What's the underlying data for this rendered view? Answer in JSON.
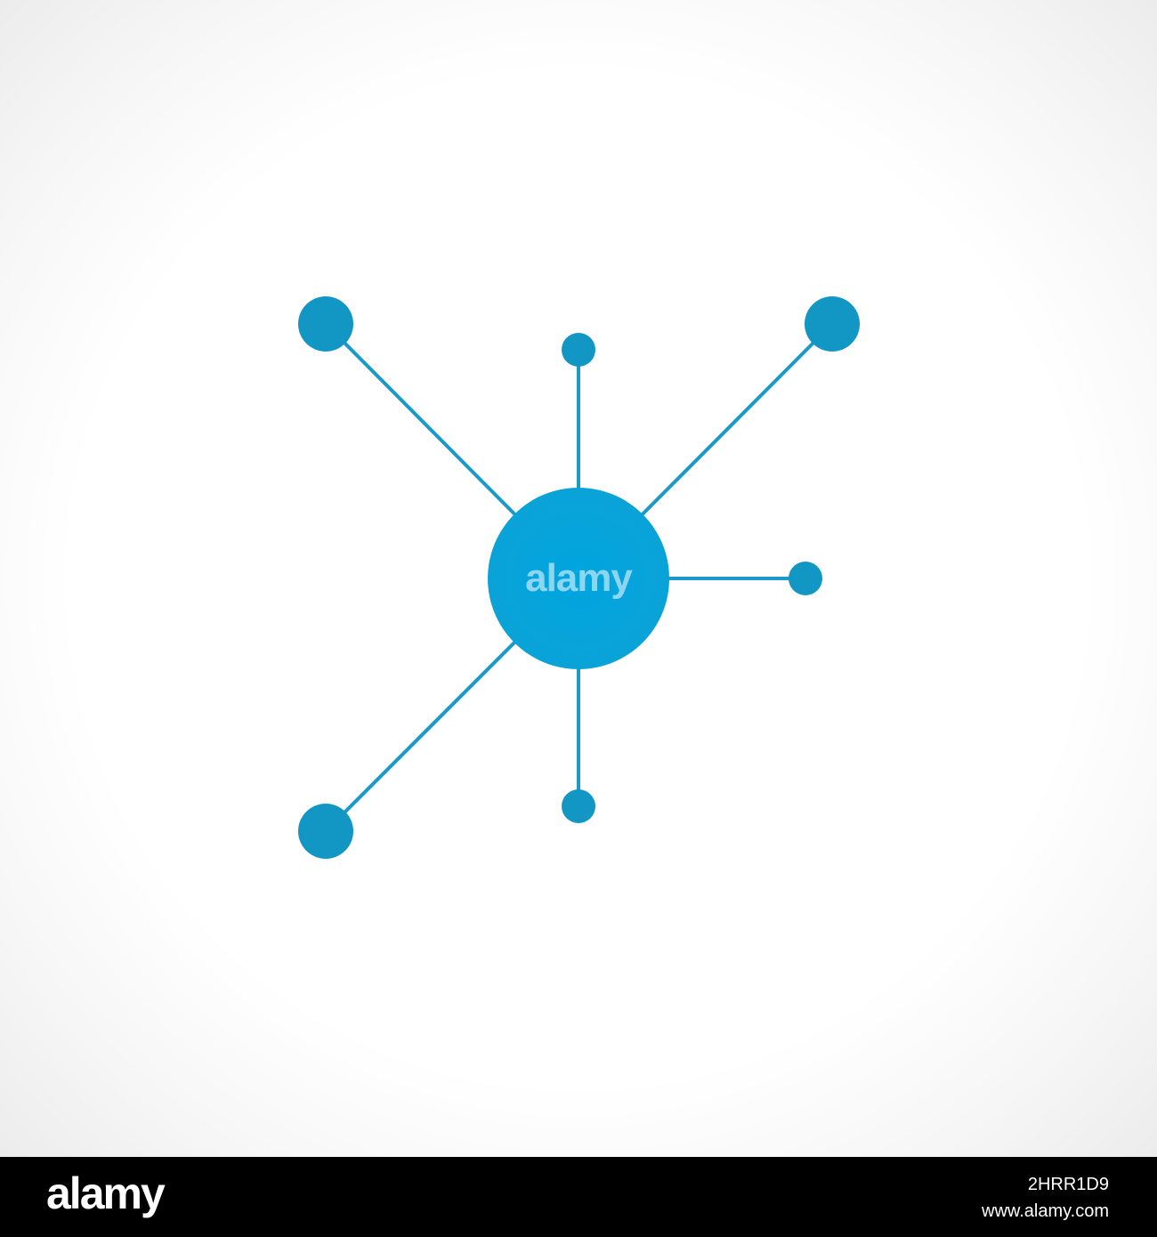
{
  "diagram": {
    "center_label": "alamy",
    "colors": {
      "center_fill": "#00a5e0",
      "center_fill_edge": "#0aa3d8",
      "node_fill": "#1296c4",
      "line_color": "#1a9ac8",
      "background": "#ffffff",
      "footer_background": "#000000"
    },
    "nodes": [
      {
        "id": "node-top-left",
        "size": "large"
      },
      {
        "id": "node-top",
        "size": "small"
      },
      {
        "id": "node-top-right",
        "size": "large"
      },
      {
        "id": "node-right",
        "size": "small"
      },
      {
        "id": "node-bottom",
        "size": "small"
      },
      {
        "id": "node-bottom-left",
        "size": "large"
      }
    ]
  },
  "footer": {
    "logo": "alamy",
    "image_id": "2HRR1D9",
    "url": "www.alamy.com"
  }
}
